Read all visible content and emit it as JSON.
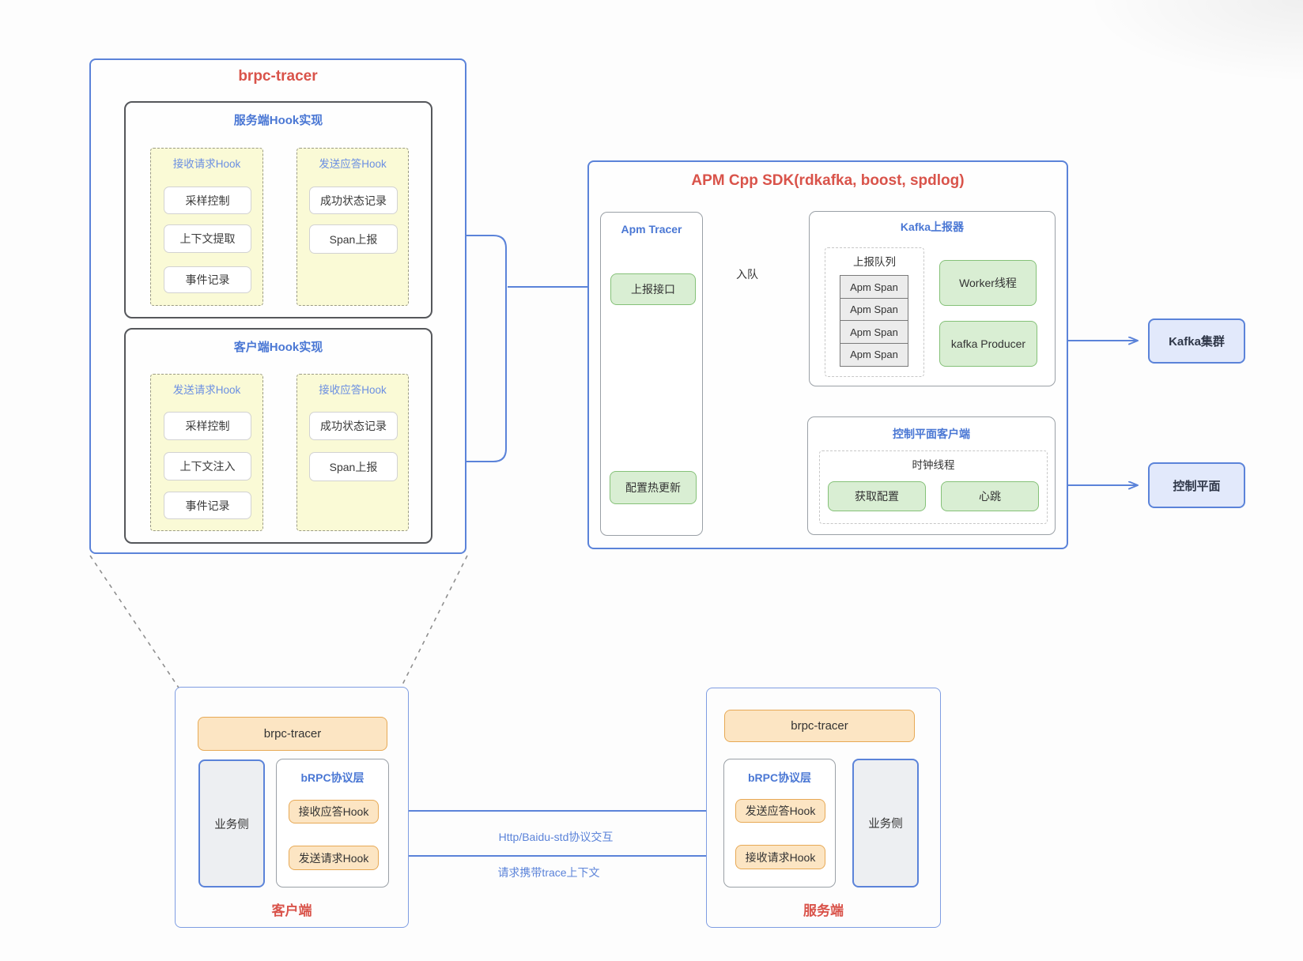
{
  "colors": {
    "accent_blue": "#5b83d9",
    "title_red": "#d9534a",
    "title_blue": "#4a77d4",
    "green_fill": "#d9eed3",
    "green_border": "#85c178",
    "orange_fill": "#fce5c3",
    "orange_border": "#e7a955",
    "yellow_fill": "#fafad6",
    "lavender_fill": "#e2e9fb",
    "gray_cell_fill": "#ececec"
  },
  "tracer_lib": {
    "title": "brpc-tracer",
    "sections": [
      {
        "title": "服务端Hook实现",
        "groups": [
          {
            "title": "接收请求Hook",
            "items": [
              "采样控制",
              "上下文提取",
              "事件记录"
            ]
          },
          {
            "title": "发送应答Hook",
            "items": [
              "成功状态记录",
              "Span上报"
            ]
          }
        ]
      },
      {
        "title": "客户端Hook实现",
        "groups": [
          {
            "title": "发送请求Hook",
            "items": [
              "采样控制",
              "上下文注入",
              "事件记录"
            ]
          },
          {
            "title": "接收应答Hook",
            "items": [
              "成功状态记录",
              "Span上报"
            ]
          }
        ]
      }
    ]
  },
  "sdk": {
    "title": "APM Cpp SDK(rdkafka, boost, spdlog)",
    "apm_tracer": {
      "title": "Apm Tracer",
      "report_api": "上报接口",
      "hot_update": "配置热更新"
    },
    "kafka_reporter": {
      "title": "Kafka上报器",
      "queue": {
        "title": "上报队列",
        "items": [
          "Apm Span",
          "Apm Span",
          "Apm Span",
          "Apm Span"
        ]
      },
      "worker": "Worker线程",
      "producer": "kafka Producer"
    },
    "control_client": {
      "title": "控制平面客户端",
      "clock_thread": {
        "title": "时钟线程",
        "fetch_config": "获取配置",
        "heartbeat": "心跳"
      }
    }
  },
  "external": {
    "kafka_cluster": "Kafka集群",
    "control_plane": "控制平面"
  },
  "flow_labels": {
    "enqueue": "入队",
    "protocol": "Http/Baidu-std协议交互",
    "trace_ctx": "请求携带trace上下文"
  },
  "client_node": {
    "title": "客户端",
    "tracer_bar": "brpc-tracer",
    "business": "业务侧",
    "protocol_layer": {
      "title": "bRPC协议层",
      "hooks": [
        "接收应答Hook",
        "发送请求Hook"
      ]
    }
  },
  "server_node": {
    "title": "服务端",
    "tracer_bar": "brpc-tracer",
    "business": "业务侧",
    "protocol_layer": {
      "title": "bRPC协议层",
      "hooks": [
        "发送应答Hook",
        "接收请求Hook"
      ]
    }
  }
}
